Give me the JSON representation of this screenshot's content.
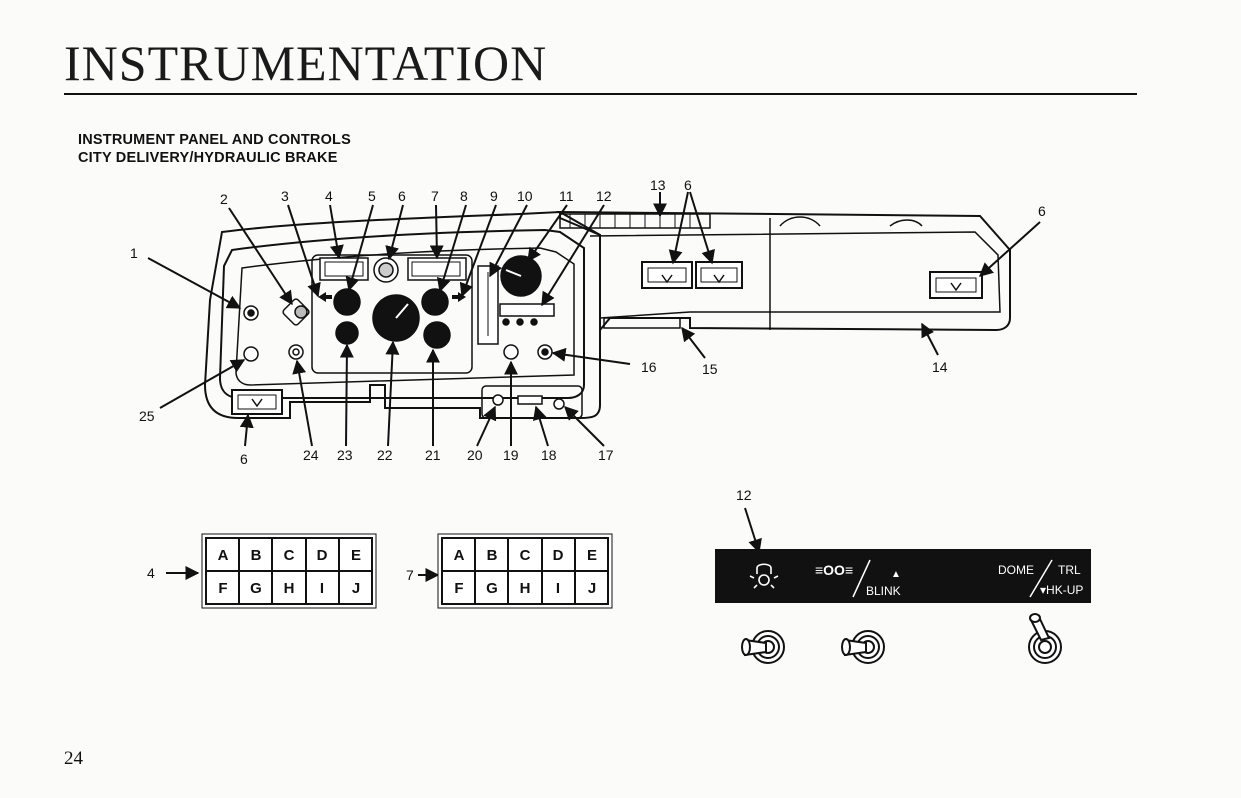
{
  "page": {
    "title": "INSTRUMENTATION",
    "subheading_1": "INSTRUMENT PANEL AND CONTROLS",
    "subheading_2": "CITY DELIVERY/HYDRAULIC BRAKE",
    "page_number": "24"
  },
  "callouts": {
    "n1": "1",
    "n2": "2",
    "n3": "3",
    "n4": "4",
    "n5": "5",
    "n6a": "6",
    "n7": "7",
    "n8": "8",
    "n9": "9",
    "n10": "10",
    "n11": "11",
    "n12": "12",
    "n13": "13",
    "n6b": "6",
    "n6c": "6",
    "n14": "14",
    "n15": "15",
    "n16": "16",
    "n17": "17",
    "n18": "18",
    "n19": "19",
    "n20": "20",
    "n21": "21",
    "n22": "22",
    "n23": "23",
    "n24": "24",
    "n25": "25",
    "n6d": "6"
  },
  "indicator_grids": {
    "left_label": "4",
    "right_label": "7",
    "row1": [
      "A",
      "B",
      "C",
      "D",
      "E"
    ],
    "row2": [
      "F",
      "G",
      "H",
      "I",
      "J"
    ]
  },
  "switch_panel": {
    "callout": "12",
    "blink_label": "BLINK",
    "dome_label": "DOME",
    "trl_label": "TRL",
    "hkup_label": "▾HK-UP",
    "arrow_glyph": "▲",
    "lamp_glyph": "≡OO≡"
  }
}
